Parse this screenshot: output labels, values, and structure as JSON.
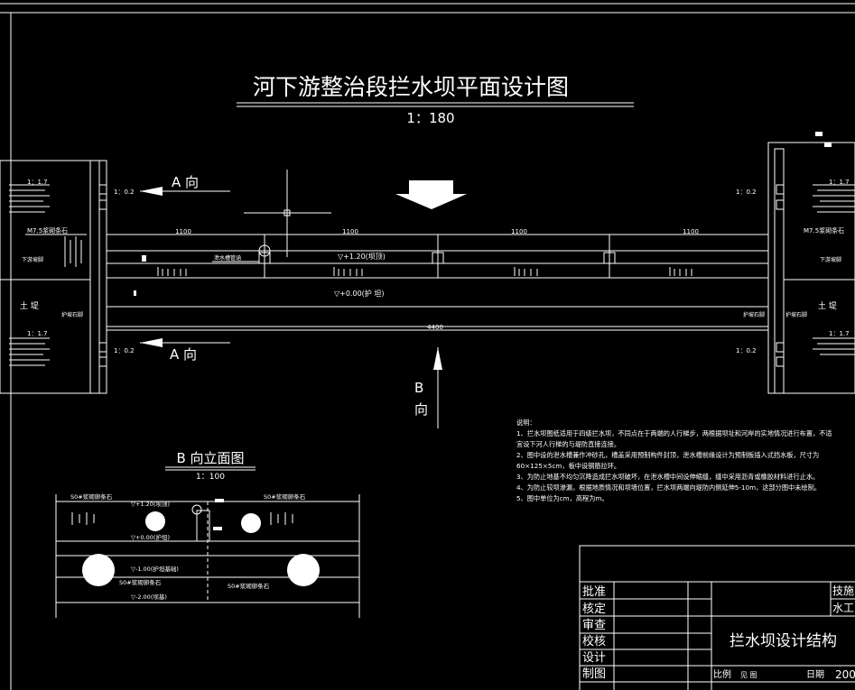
{
  "title": "河下游整治段拦水坝平面设计图",
  "scale": "1：180",
  "plan": {
    "direction_a_top": "A  向",
    "direction_a_bottom": "A  向",
    "direction_b": "B",
    "direction_b2": "向",
    "seg_labels": [
      "1100",
      "1100",
      "1100",
      "1100"
    ],
    "total_length": "4400",
    "crest_label": "▽+1.20(坝顶)",
    "apron_label": "▽+0.00(护 坦)",
    "drain_label": "泄水槽管涵",
    "levee_left": "土  堤",
    "levee_right": "土  堤",
    "masonry_left": "M7.5浆砌条石",
    "masonry_right": "M7.5浆砌条石",
    "slope_a": "1：1.7",
    "slope_b": "1：0.2",
    "small_note": "下游坡脚",
    "protect": "护坡石脚"
  },
  "elevation": {
    "title": "B 向立面图",
    "scale": "1：100",
    "labels": [
      "S0#浆砌卵条石",
      "▽+1.20(坝顶)",
      "S0#浆砌卵条石",
      "▽+0.00(护坦)",
      "▽-1.00(护坦基础)",
      "S0#浆砌卵条石",
      "S0#浆砌卵条石",
      "▽-2.00(坝基)"
    ]
  },
  "notes": {
    "heading": "说明：",
    "items": [
      "1、拦水坝图纸适用于四级拦水坝，不同点在于两端的人行梯步，两根据坝址和河岸的实地情况进行布置，不适宜设下河人行梯的与堤防直接连接。",
      "2、图中设的泄水槽兼作冲砂孔，槽盖采用预制构件封顶，泄水槽前缘设计为预制板插入式挡水板，尺寸为60×125×5cm，板中设钢筋拉环。",
      "3、为防止地基不均匀沉降造成拦水坝破坏，在泄水槽中间设伸缩缝，缝中采用沥青或橡胶材料进行止水。",
      "4、为防止较坝渗漏，根据地质情况和坝墙位置，拦水坝两端向堤防内侧延伸5-10m，这部分图中未绘制。",
      "5、图中单位为cm，高程为m。"
    ]
  },
  "title_block": {
    "rows": [
      "批准",
      "核定",
      "审查",
      "校核",
      "设计",
      "制图"
    ],
    "right_top": "技施",
    "right_mid": "水工",
    "drawing_name": "拦水坝设计结构",
    "scale_label": "比例",
    "scale_value": "见    图",
    "date_label": "日期",
    "date_value": "200"
  }
}
